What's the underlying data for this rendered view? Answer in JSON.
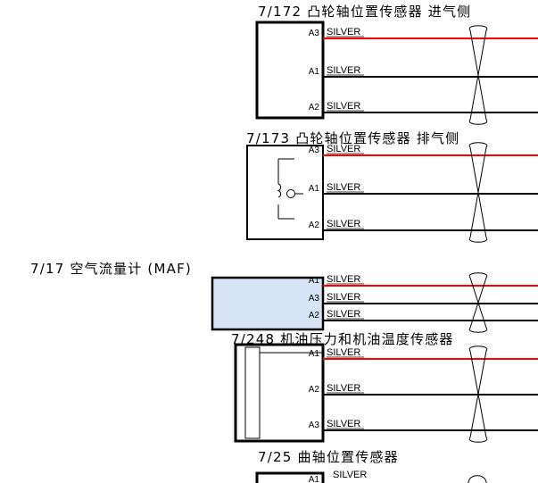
{
  "colors": {
    "red_wire": "#ff0000",
    "black_wire": "#000000",
    "maf_fill": "#d6e4f5"
  },
  "components": [
    {
      "id": "cmp-intake",
      "title": "7/172 凸轮轴位置传感器 进气侧",
      "symbol": "none",
      "pins": [
        {
          "pin": "A3",
          "wire": "SILVER",
          "color": "red"
        },
        {
          "pin": "A1",
          "wire": "SILVER",
          "color": "black"
        },
        {
          "pin": "A2",
          "wire": "SILVER",
          "color": "black"
        }
      ]
    },
    {
      "id": "cmp-exhaust",
      "title": "7/173 凸轮轴位置传感器 排气侧",
      "symbol": "coil",
      "pins": [
        {
          "pin": "A3",
          "wire": "SILVER",
          "color": "red"
        },
        {
          "pin": "A1",
          "wire": "SILVER",
          "color": "black"
        },
        {
          "pin": "A2",
          "wire": "SILVER",
          "color": "black"
        }
      ]
    },
    {
      "id": "maf",
      "title": "7/17 空气流量计 (MAF)",
      "symbol": "filled",
      "pins": [
        {
          "pin": "A1",
          "wire": "SILVER",
          "color": "red"
        },
        {
          "pin": "A3",
          "wire": "SILVER",
          "color": "black"
        },
        {
          "pin": "A2",
          "wire": "SILVER",
          "color": "black"
        }
      ]
    },
    {
      "id": "oil-pressure-temp",
      "title": "7/248 机油压力和机油温度传感器",
      "symbol": "bars",
      "pins": [
        {
          "pin": "A1",
          "wire": "SILVER",
          "color": "red"
        },
        {
          "pin": "A2",
          "wire": "SILVER",
          "color": "black"
        },
        {
          "pin": "A3",
          "wire": "SILVER",
          "color": "black"
        }
      ]
    },
    {
      "id": "crankshaft",
      "title": "7/25 曲轴位置传感器",
      "symbol": "none",
      "pins": [
        {
          "pin": "A1",
          "wire": "SILVER",
          "color": "black"
        }
      ]
    }
  ]
}
